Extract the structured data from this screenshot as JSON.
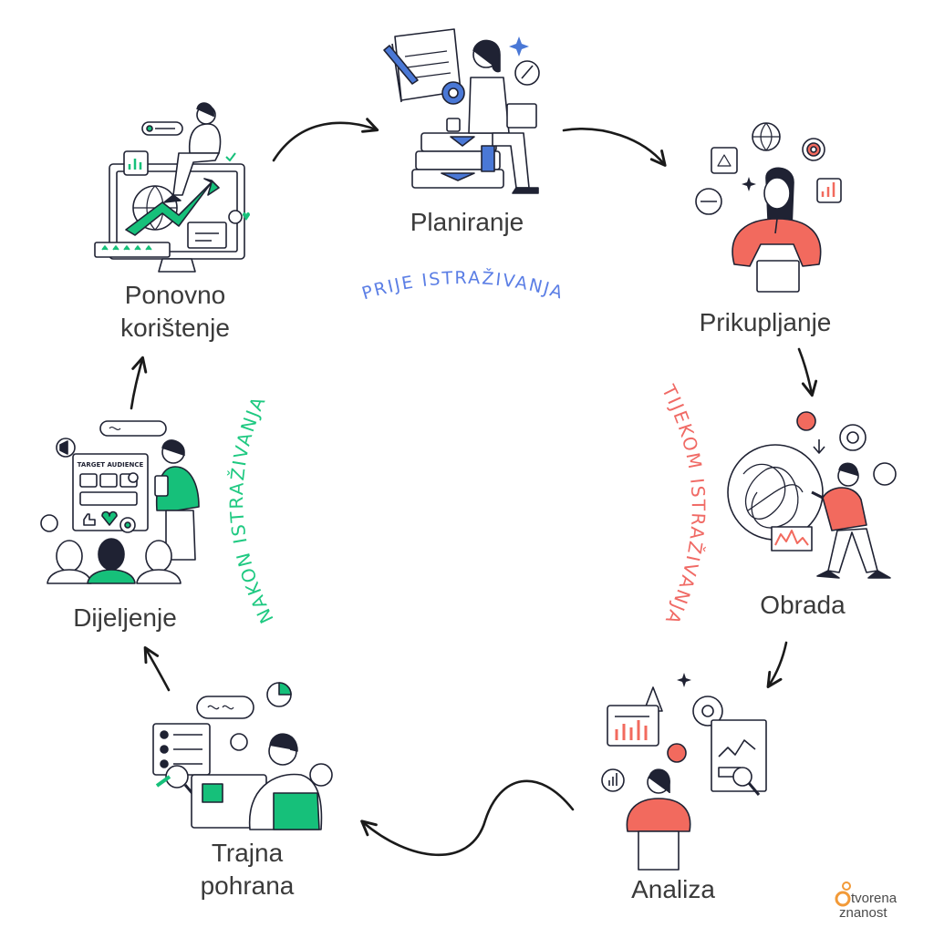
{
  "stages": {
    "planiranje": "Planiranje",
    "prikupljanje": "Prikupljanje",
    "obrada": "Obrada",
    "analiza": "Analiza",
    "trajna_line1": "Trajna",
    "trajna_line2": "pohrana",
    "dijeljenje": "Dijeljenje",
    "ponovno_line1": "Ponovno",
    "ponovno_line2": "korištenje"
  },
  "phases": {
    "prije": "PRIJE ISTRAŽIVANJA",
    "tijekom": "TIJEKOM ISTRAŽIVANJA",
    "nakon": "NAKON ISTRAŽIVANJA"
  },
  "illustration_text": {
    "target_audience": "TARGET AUDIENCE"
  },
  "logo": {
    "line1": "tvorena",
    "line2": "znanost"
  },
  "colors": {
    "prije": "#5b7ee5",
    "tijekom": "#f06a65",
    "nakon": "#1ec981",
    "coral": "#f26a5e",
    "green": "#16c07a",
    "blue": "#4a78d6",
    "ink": "#1f2233",
    "logo_orange": "#f29a38"
  }
}
